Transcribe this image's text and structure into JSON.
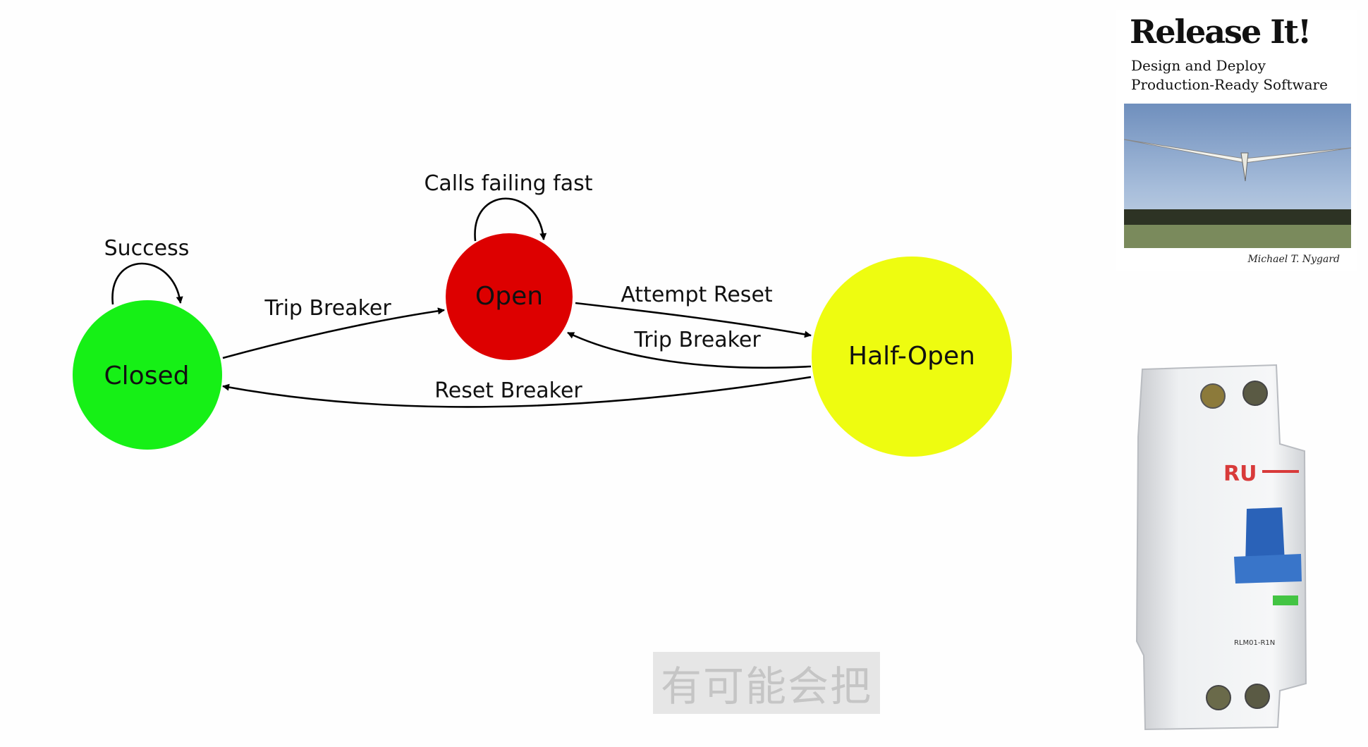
{
  "diagram": {
    "states": [
      {
        "id": "closed",
        "label": "Closed",
        "color": "#16f016"
      },
      {
        "id": "open",
        "label": "Open",
        "color": "#dd0000"
      },
      {
        "id": "half_open",
        "label": "Half-Open",
        "color": "#eefc10"
      }
    ],
    "transitions": [
      {
        "from": "closed",
        "to": "closed",
        "label": "Success"
      },
      {
        "from": "open",
        "to": "open",
        "label": "Calls failing fast"
      },
      {
        "from": "closed",
        "to": "open",
        "label": "Trip Breaker"
      },
      {
        "from": "open",
        "to": "half_open",
        "label": "Attempt Reset"
      },
      {
        "from": "half_open",
        "to": "open",
        "label": "Trip Breaker"
      },
      {
        "from": "half_open",
        "to": "closed",
        "label": "Reset Breaker"
      }
    ]
  },
  "book": {
    "title": "Release It!",
    "subtitle_line1": "Design and Deploy",
    "subtitle_line2": "Production-Ready Software",
    "author": "Michael T. Nygard"
  },
  "breaker_image": {
    "brand": "RU",
    "model": "RLM01-R1N"
  },
  "caption": {
    "text": "有可能会把"
  }
}
